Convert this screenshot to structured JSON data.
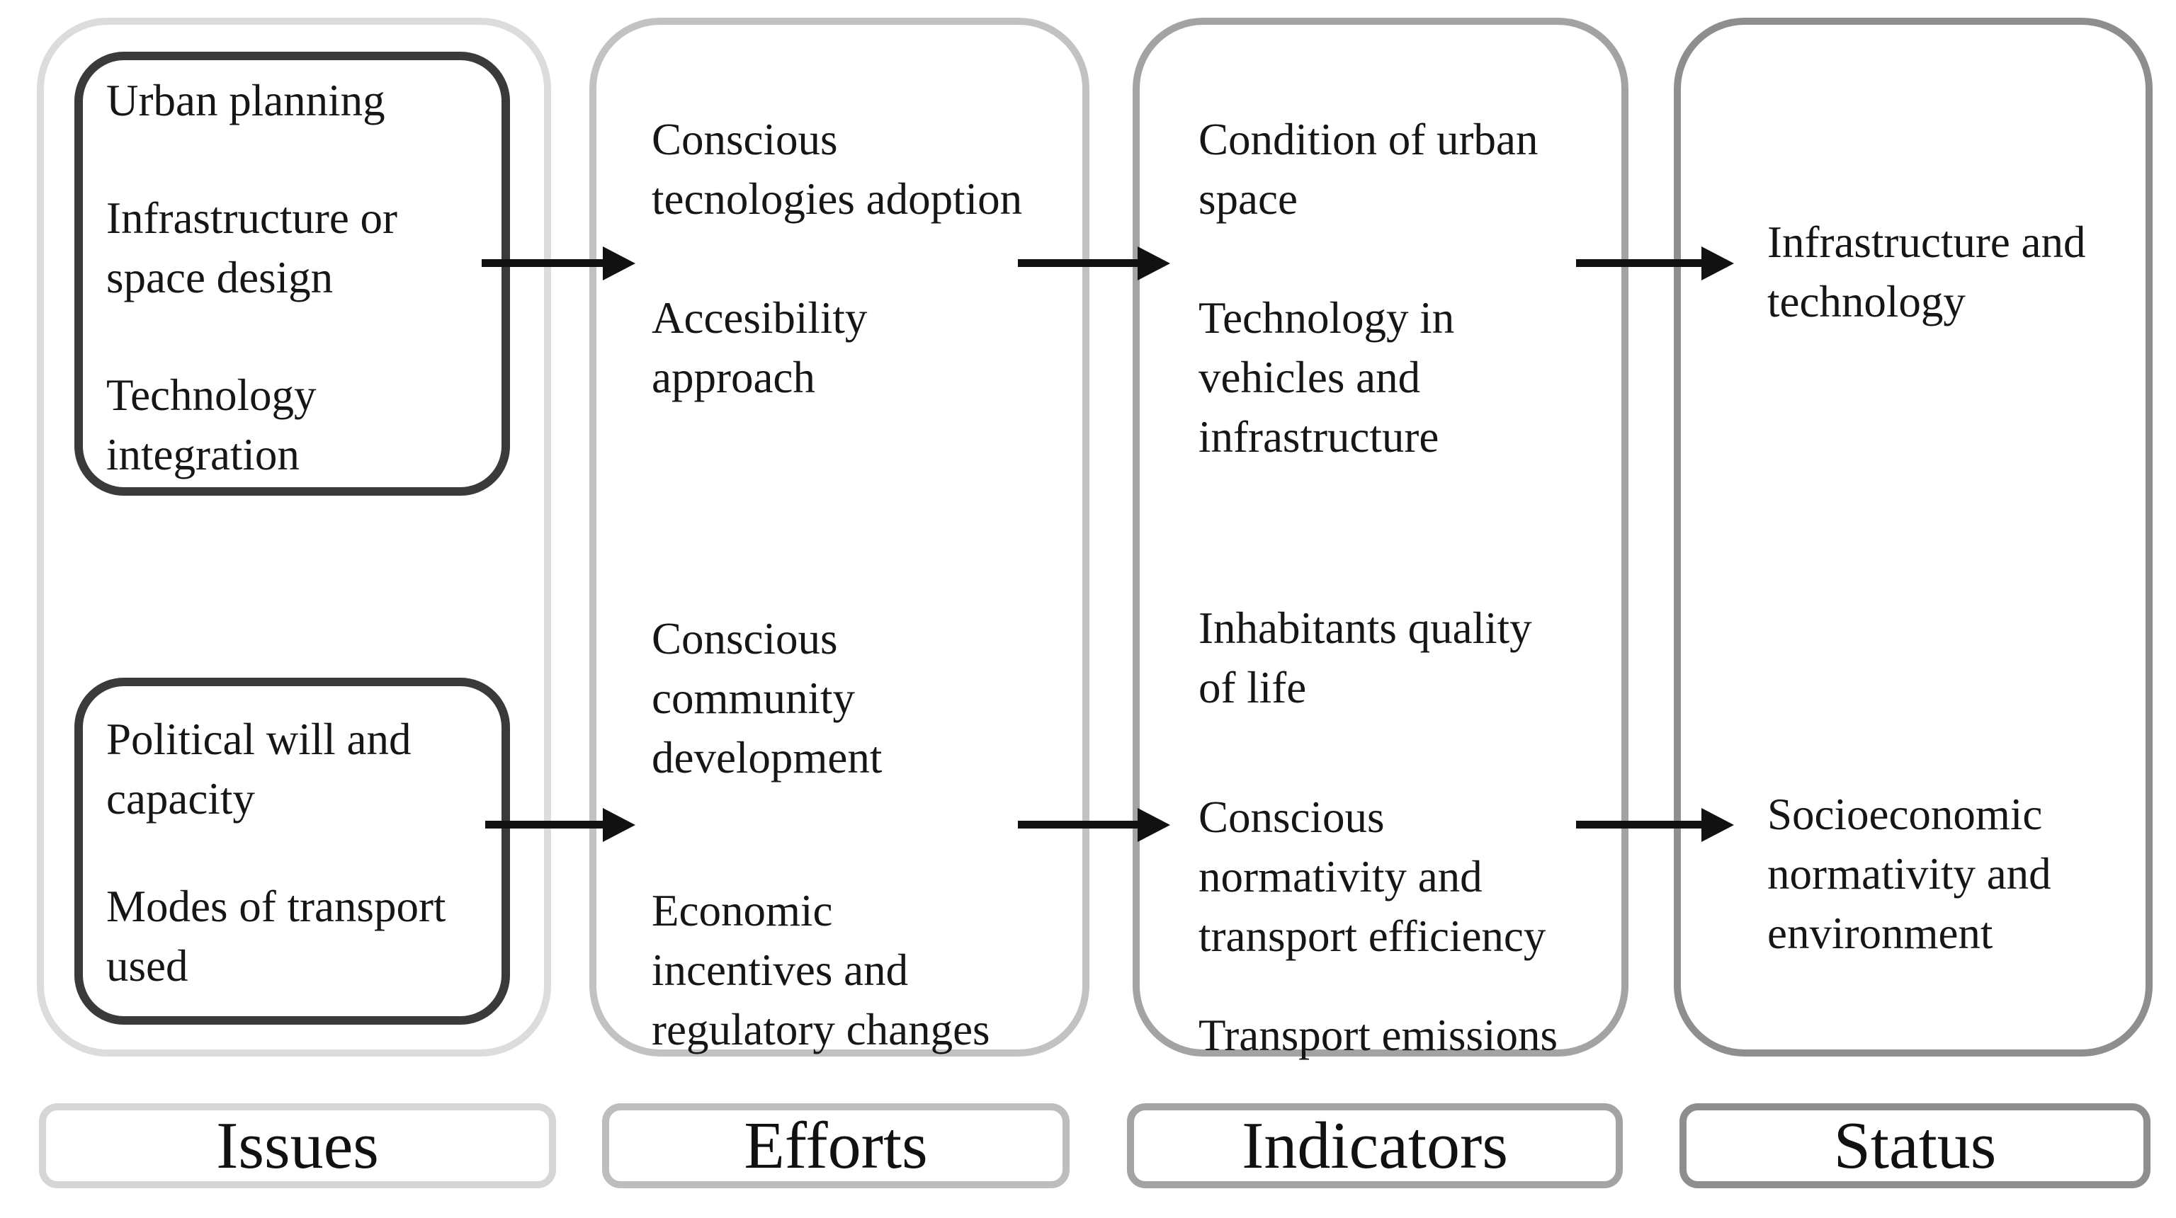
{
  "diagram": {
    "columns": [
      {
        "label": "Issues",
        "boxed_groups": [
          {
            "items": [
              "Urban planning",
              "Infrastructure or\nspace design",
              "Technology\nintegration"
            ]
          },
          {
            "items": [
              "Political will and\ncapacity",
              "Modes of transport\nused"
            ]
          }
        ]
      },
      {
        "label": "Efforts",
        "groups": [
          {
            "items": [
              "Conscious\ntecnologies adoption",
              "Accesibility\napproach"
            ]
          },
          {
            "items": [
              "Conscious\ncommunity\ndevelopment",
              "Economic\nincentives and\nregulatory changes"
            ]
          }
        ]
      },
      {
        "label": "Indicators",
        "groups": [
          {
            "items": [
              "Condition of urban\nspace",
              "Technology in\nvehicles and\ninfrastructure"
            ]
          },
          {
            "items": [
              "Inhabitants quality\nof life",
              "Conscious\nnormativity and\ntransport efficiency",
              "Transport emissions"
            ]
          }
        ]
      },
      {
        "label": "Status",
        "groups": [
          {
            "items": [
              "Infrastructure and\ntechnology"
            ]
          },
          {
            "items": [
              "Socioeconomic\nnormativity and\nenvironment"
            ]
          }
        ]
      }
    ],
    "arrows": [
      "issues-to-efforts-top",
      "efforts-to-indicators-top",
      "indicators-to-status-top",
      "issues-to-efforts-bottom",
      "efforts-to-indicators-bottom",
      "indicators-to-status-bottom"
    ],
    "colors": {
      "background": "#ffffff",
      "text": "#161616",
      "arrow": "#111111",
      "inner_box_border": "#3a3a3a",
      "column_borders": [
        "#dcdcdc",
        "#c2c2c2",
        "#a3a3a3",
        "#8e8e8e"
      ]
    }
  }
}
